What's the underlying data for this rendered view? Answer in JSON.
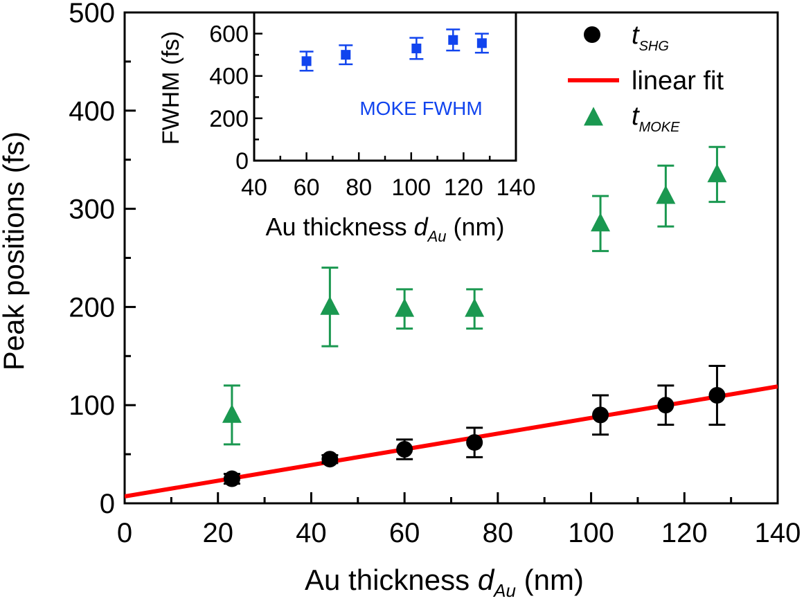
{
  "chart_data": [
    {
      "id": "main",
      "type": "scatter",
      "xlabel": "Au thickness",
      "xlabel_symbol": "d",
      "xlabel_subscript": "Au",
      "xlabel_unit": "(nm)",
      "ylabel": "Peak positions (fs)",
      "xlim": [
        0,
        140
      ],
      "ylim": [
        0,
        500
      ],
      "xticks": [
        0,
        20,
        40,
        60,
        80,
        100,
        120,
        140
      ],
      "yticks": [
        0,
        100,
        200,
        300,
        400,
        500
      ],
      "grid": false,
      "legend_position": "top-right",
      "series": [
        {
          "name": "t",
          "name_subscript": "SHG",
          "marker": "circle",
          "color": "#000000",
          "points": [
            {
              "x": 23,
              "y": 25,
              "err": 5
            },
            {
              "x": 44,
              "y": 45,
              "err": 4
            },
            {
              "x": 60,
              "y": 55,
              "err": 10
            },
            {
              "x": 75,
              "y": 62,
              "err": 15
            },
            {
              "x": 102,
              "y": 90,
              "err": 20
            },
            {
              "x": 116,
              "y": 100,
              "err": 20
            },
            {
              "x": 127,
              "y": 110,
              "err": 30
            }
          ]
        },
        {
          "name": "linear fit",
          "type": "line",
          "color": "#ff0000",
          "points": [
            {
              "x": 0,
              "y": 7
            },
            {
              "x": 140,
              "y": 119
            }
          ]
        },
        {
          "name": "t",
          "name_subscript": "MOKE",
          "marker": "triangle",
          "color": "#1a9850",
          "points": [
            {
              "x": 23,
              "y": 90,
              "err": 30
            },
            {
              "x": 44,
              "y": 200,
              "err": 40
            },
            {
              "x": 60,
              "y": 198,
              "err": 20
            },
            {
              "x": 75,
              "y": 198,
              "err": 20
            },
            {
              "x": 102,
              "y": 285,
              "err": 28
            },
            {
              "x": 116,
              "y": 313,
              "err": 31
            },
            {
              "x": 127,
              "y": 335,
              "err": 28
            }
          ]
        }
      ]
    },
    {
      "id": "inset",
      "type": "scatter",
      "annotation": "MOKE FWHM",
      "annotation_color": "#1144ee",
      "xlabel": "Au thickness",
      "xlabel_symbol": "d",
      "xlabel_subscript": "Au",
      "xlabel_unit": "(nm)",
      "ylabel": "FWHM (fs)",
      "xlim": [
        40,
        140
      ],
      "ylim": [
        0,
        700
      ],
      "xticks": [
        40,
        60,
        80,
        100,
        120,
        140
      ],
      "yticks": [
        0,
        200,
        400,
        600
      ],
      "grid": false,
      "series": [
        {
          "marker": "square",
          "color": "#1144ee",
          "points": [
            {
              "x": 60,
              "y": 470,
              "err": 45
            },
            {
              "x": 75,
              "y": 500,
              "err": 45
            },
            {
              "x": 102,
              "y": 530,
              "err": 50
            },
            {
              "x": 116,
              "y": 570,
              "err": 50
            },
            {
              "x": 127,
              "y": 555,
              "err": 45
            }
          ]
        }
      ]
    }
  ]
}
